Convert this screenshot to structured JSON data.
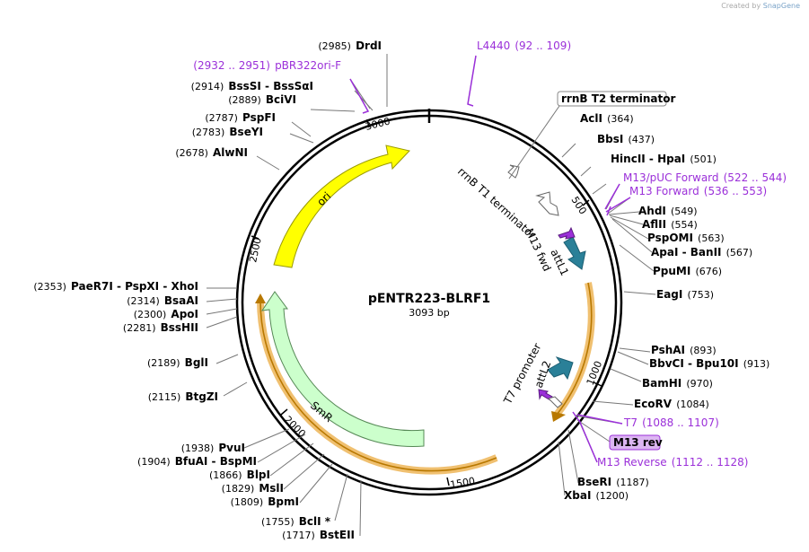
{
  "credit": {
    "prefix": "Created by",
    "brand": "SnapGene"
  },
  "plasmid": {
    "name": "pENTR223-BLRF1",
    "length_label": "3093 bp",
    "length": 3093
  },
  "ticks": [
    "500",
    "1000",
    "1500",
    "2000",
    "2500",
    "3000"
  ],
  "features": [
    {
      "id": "ori",
      "label": "ori",
      "fill": "#ffff00",
      "stroke": "#9a9a00"
    },
    {
      "id": "smr",
      "label": "SmR",
      "fill": "#ccffcc",
      "stroke": "#558855"
    },
    {
      "id": "attl1",
      "label": "attL1",
      "fill": "#2a8098"
    },
    {
      "id": "attl2",
      "label": "attL2",
      "fill": "#2a8098"
    },
    {
      "id": "rrnbt1",
      "label": "rrnB T1 terminator",
      "fill": "#ffffff"
    },
    {
      "id": "rrnbt2",
      "label": "rrnB T2 terminator",
      "fill": "#ffffff"
    },
    {
      "id": "m13fwd",
      "label": "M13 fwd",
      "fill": "#9b30d9"
    },
    {
      "id": "t7prom",
      "label": "T7 promoter",
      "fill": "#9b30d9"
    },
    {
      "id": "orf",
      "label": "",
      "fill": "#f0c070"
    }
  ],
  "sites": [
    {
      "pos": "(2985)",
      "name": "DrdI",
      "color": "#000000"
    },
    {
      "pos": "(2932 .. 2951)",
      "name": "pBR322ori-F",
      "color": "#9b30d9"
    },
    {
      "pos": "(2914)",
      "name": "BssSI  -  BssSαI",
      "color": "#000000"
    },
    {
      "pos": "(2889)",
      "name": "BciVI",
      "color": "#000000"
    },
    {
      "pos": "(2787)",
      "name": "PspFI",
      "color": "#000000"
    },
    {
      "pos": "(2783)",
      "name": "BseYI",
      "color": "#000000"
    },
    {
      "pos": "(2678)",
      "name": "AlwNI",
      "color": "#000000"
    },
    {
      "pos": "(2353)",
      "name": "PaeR7I  -  PspXI  -  XhoI",
      "color": "#000000"
    },
    {
      "pos": "(2314)",
      "name": "BsaAI",
      "color": "#000000"
    },
    {
      "pos": "(2300)",
      "name": "ApoI",
      "color": "#000000"
    },
    {
      "pos": "(2281)",
      "name": "BssHII",
      "color": "#000000"
    },
    {
      "pos": "(2189)",
      "name": "BglI",
      "color": "#000000"
    },
    {
      "pos": "(2115)",
      "name": "BtgZI",
      "color": "#000000"
    },
    {
      "pos": "(1938)",
      "name": "PvuI",
      "color": "#000000"
    },
    {
      "pos": "(1904)",
      "name": "BfuAI  -  BspMI",
      "color": "#000000"
    },
    {
      "pos": "(1866)",
      "name": "BlpI",
      "color": "#000000"
    },
    {
      "pos": "(1829)",
      "name": "MslI",
      "color": "#000000"
    },
    {
      "pos": "(1809)",
      "name": "BpmI",
      "color": "#000000"
    },
    {
      "pos": "(1755)",
      "name": "BclI *",
      "color": "#000000"
    },
    {
      "pos": "(1717)",
      "name": "BstEII",
      "color": "#000000"
    },
    {
      "pos": "(92 .. 109)",
      "name": "L4440",
      "color": "#9b30d9"
    },
    {
      "pos": "",
      "name": "rrnB T2 terminator",
      "color": "#000000"
    },
    {
      "pos": "(364)",
      "name": "AclI",
      "color": "#000000"
    },
    {
      "pos": "(437)",
      "name": "BbsI",
      "color": "#000000"
    },
    {
      "pos": "(501)",
      "name": "HincII  -  HpaI",
      "color": "#000000"
    },
    {
      "pos": "(522 .. 544)",
      "name": "M13/pUC Forward",
      "color": "#9b30d9"
    },
    {
      "pos": "(536 .. 553)",
      "name": "M13 Forward",
      "color": "#9b30d9"
    },
    {
      "pos": "(549)",
      "name": "AhdI",
      "color": "#000000"
    },
    {
      "pos": "(554)",
      "name": "AflII",
      "color": "#000000"
    },
    {
      "pos": "(563)",
      "name": "PspOMI",
      "color": "#000000"
    },
    {
      "pos": "(567)",
      "name": "ApaI  -  BanII",
      "color": "#000000"
    },
    {
      "pos": "(676)",
      "name": "PpuMI",
      "color": "#000000"
    },
    {
      "pos": "(753)",
      "name": "EagI",
      "color": "#000000"
    },
    {
      "pos": "(893)",
      "name": "PshAI",
      "color": "#000000"
    },
    {
      "pos": "(913)",
      "name": "BbvCI  -  Bpu10I",
      "color": "#000000"
    },
    {
      "pos": "(970)",
      "name": "BamHI",
      "color": "#000000"
    },
    {
      "pos": "(1084)",
      "name": "EcoRV",
      "color": "#000000"
    },
    {
      "pos": "(1088 .. 1107)",
      "name": "T7",
      "color": "#9b30d9"
    },
    {
      "pos": "",
      "name": "M13 rev",
      "color": "#000000"
    },
    {
      "pos": "(1112 .. 1128)",
      "name": "M13 Reverse",
      "color": "#9b30d9"
    },
    {
      "pos": "(1187)",
      "name": "BseRI",
      "color": "#000000"
    },
    {
      "pos": "(1200)",
      "name": "XbaI",
      "color": "#000000"
    }
  ]
}
